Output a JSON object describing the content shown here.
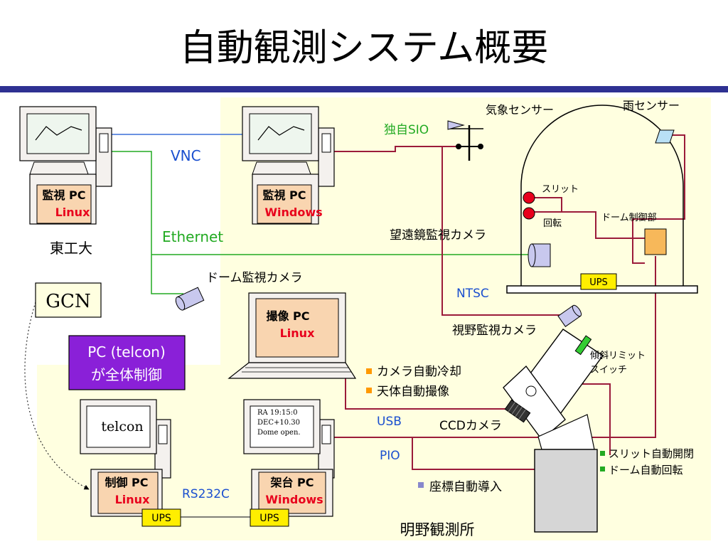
{
  "title": "自動観測システム概要",
  "colors": {
    "title_bar": "#2e3192",
    "site_bg": "#ffffe0",
    "red_line": "#9b1b3a",
    "green_line": "#22aa22",
    "blue_arrow": "#3a6fd8",
    "telcon_box": "#8a20d8",
    "accent_red": "#e8001c",
    "blue_text": "#1a4fcf",
    "ups_fill": "#ffee00",
    "dome_ctrl_fill": "#f7b85a",
    "screen_fill": "#eef6ee",
    "machine_fill": "#f4f1ee",
    "label_fill": "#f9d5b0"
  },
  "computers": {
    "tokyo_monitor": {
      "line1": "監視 PC",
      "line2": "Linux"
    },
    "site_monitor": {
      "line1": "監視 PC",
      "line2": "Windows"
    },
    "imaging": {
      "line1": "撮像 PC",
      "line2": "Linux"
    },
    "control": {
      "line1": "制御 PC",
      "line2": "Linux",
      "screen": "telcon"
    },
    "mount": {
      "line1": "架台 PC",
      "line2": "Windows",
      "screen_lines": [
        "RA 19:15:0",
        "DEC+10.30",
        "Dome open."
      ]
    }
  },
  "labels": {
    "tokyo_tech": "東工大",
    "vnc": "VNC",
    "ethernet": "Ethernet",
    "dome_camera": "ドーム監視カメラ",
    "gcn": "GCN",
    "telcon_note": [
      "PC (telcon)",
      "が全体制御"
    ],
    "weather_sensor": "気象センサー",
    "rain_sensor": "雨センサー",
    "custom_sio": "独自SIO",
    "slit": "スリット",
    "rotation": "回転",
    "dome_controller": "ドーム制御部",
    "scope_camera": "望遠鏡監視カメラ",
    "ups": "UPS",
    "ntsc": "NTSC",
    "field_camera": "視野監視カメラ",
    "tilt_switch": [
      "傾斜リミット",
      "スイッチ"
    ],
    "usb": "USB",
    "ccd": "CCDカメラ",
    "pio": "PIO",
    "rs232c": "RS232C",
    "site_name": "明野観測所"
  },
  "bullets": {
    "imaging": [
      "カメラ自動冷却",
      "天体自動撮像"
    ],
    "dome": [
      "スリット自動開閉",
      "ドーム自動回転"
    ],
    "mount": [
      "座標自動導入"
    ]
  }
}
